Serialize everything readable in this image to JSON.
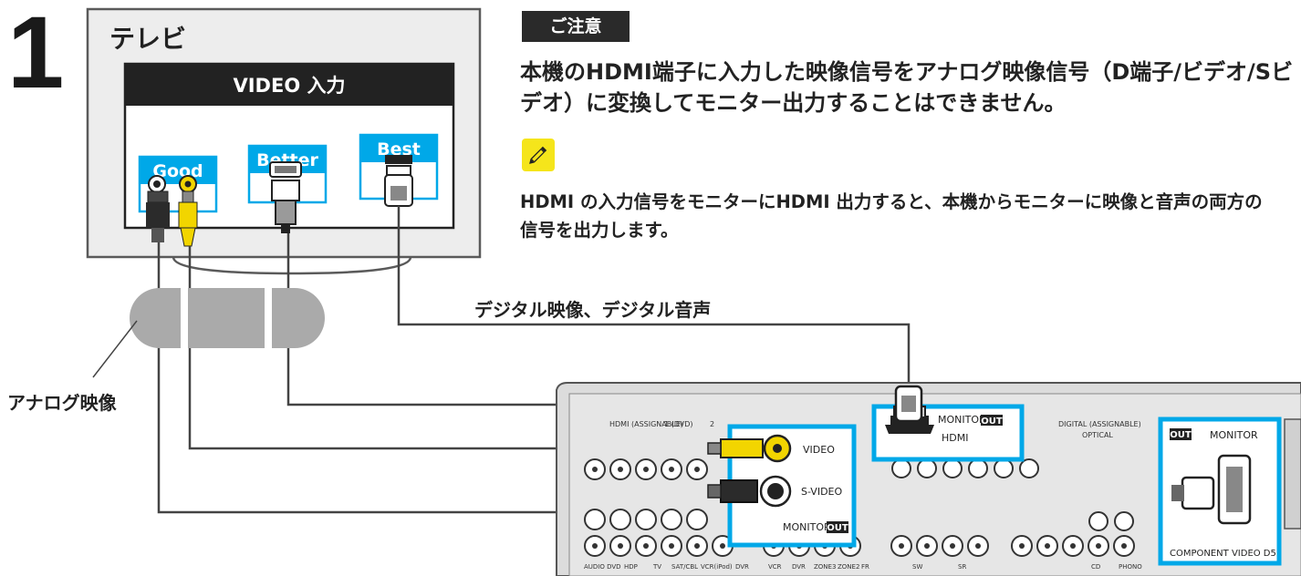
{
  "step_number": "1",
  "tv": {
    "title": "テレビ",
    "input_header": "VIDEO 入力",
    "grades": [
      "Good",
      "Better",
      "Best"
    ]
  },
  "note": {
    "badge": "ご注意",
    "text": "本機のHDMI端子に入力した映像信号をアナログ映像信号（D端子/ビデオ/Sビデオ）に変換してモニター出力することはできません。"
  },
  "tip": {
    "icon": "pencil-icon",
    "text": "HDMI の入力信号をモニターにHDMI 出力すると、本機からモニターに映像と音声の両方の信号を出力します。"
  },
  "labels": {
    "digital": "デジタル映像、デジタル音声",
    "analog": "アナログ映像"
  },
  "receiver": {
    "hdmi_monitor_label": "MONITOR",
    "out_badge": "OUT",
    "hdmi_label": "HDMI",
    "video_label": "VIDEO",
    "svideo_label": "S-VIDEO",
    "monitor_out_label": "MONITOR",
    "component_out": "OUT",
    "component_monitor": "MONITOR",
    "component_label": "COMPONENT VIDEO D5",
    "panel_small_labels": {
      "hdmi_assignable": "HDMI (ASSIGNABLE)",
      "in_1_dvd": "1 (DVD)",
      "in_2": "2",
      "digital_assignable": "DIGITAL (ASSIGNABLE)",
      "optical": "OPTICAL",
      "bottom_row": [
        "AUDIO DVD",
        "HDP",
        "TV",
        "SAT/CBL",
        "VCR(iPod)",
        "DVR",
        "VCR",
        "DVR",
        "ZONE3",
        "ZONE2",
        "FR",
        "SW",
        "SR",
        "CD",
        "PHONO"
      ]
    }
  },
  "colors": {
    "accent_blue": "#00a8e8",
    "yellow_plug": "#f2d500",
    "pencil_yellow": "#f5e51b",
    "badge_dark": "#2a2a2a"
  }
}
